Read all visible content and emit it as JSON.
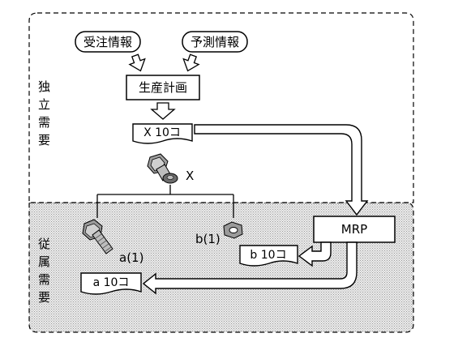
{
  "regions": {
    "independent": "独立需要",
    "dependent": "従属需要"
  },
  "nodes": {
    "order_info": "受注情報",
    "forecast_info": "予測情報",
    "production_plan": "生産計画",
    "product_x_doc": "X 10コ",
    "product_x_label": "X",
    "mrp": "MRP",
    "part_a_label": "a(1)",
    "part_b_label": "b(1)",
    "part_a_doc": "a 10コ",
    "part_b_doc": "b 10コ"
  },
  "colors": {
    "line": "#000000",
    "lower_fill": "#d9d9d9",
    "paper": "#ffffff",
    "metal_light": "#bdbdbd",
    "metal_dark": "#5a5a5a"
  },
  "icons": [
    "bolt-nut-assembly-icon",
    "bolt-icon",
    "nut-icon"
  ]
}
